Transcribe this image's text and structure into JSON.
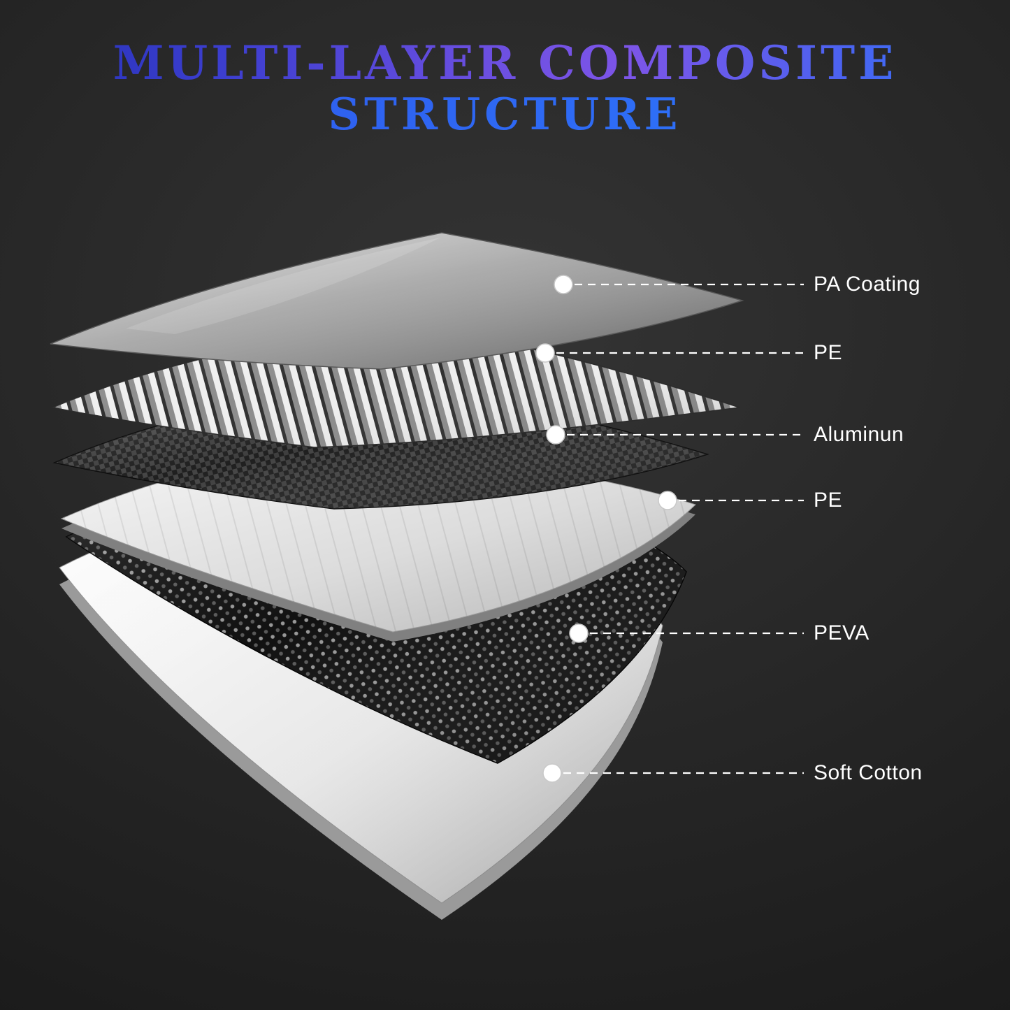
{
  "title": {
    "line1": "MULTI-LAYER COMPOSITE",
    "line2": "STRUCTURE"
  },
  "layers": [
    {
      "label": "PA Coating",
      "texture": "grained-gray-sheet"
    },
    {
      "label": "PE",
      "texture": "corrugated-striped-sheet"
    },
    {
      "label": "Aluminun",
      "texture": "dark-carbon-weave-sheet"
    },
    {
      "label": "PE",
      "texture": "smooth-white-sheet"
    },
    {
      "label": "PEVA",
      "texture": "black-perforated-sheet"
    },
    {
      "label": "Soft Cotton",
      "texture": "thick-white-fleece-sheet"
    }
  ],
  "colors": {
    "background": "#262626",
    "label_text": "#ffffff",
    "callout_line": "#ffffff",
    "title_gradient": [
      "#2330b4",
      "#7d55e8",
      "#2e7bff"
    ]
  }
}
